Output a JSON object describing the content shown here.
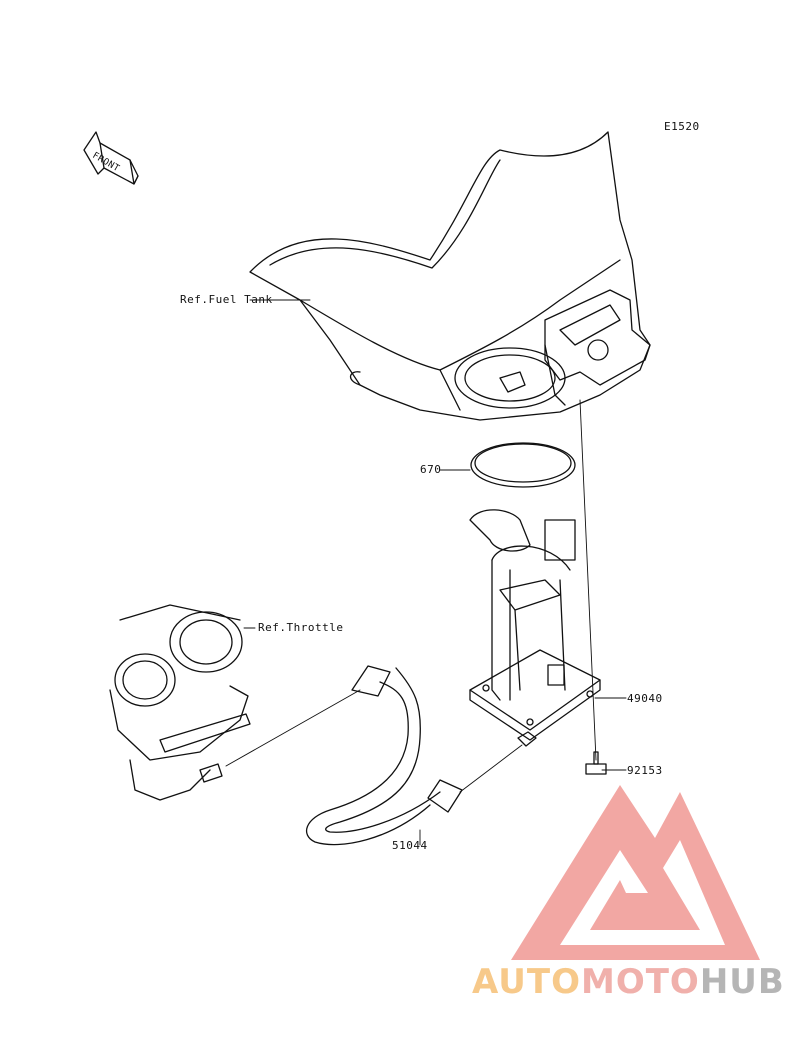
{
  "diagram": {
    "code": "E1520",
    "front_marker": "FRONT",
    "callouts": {
      "fuel_tank": "Ref.Fuel Tank",
      "gasket": "670",
      "throttle": "Ref.Throttle",
      "pump_assy": "49040",
      "bolt": "92153",
      "hose": "51044"
    }
  },
  "watermark": {
    "part1": "AUTO",
    "part2": "MOTO",
    "part3": "HUB",
    "colors": {
      "auto": "#f7c98a",
      "moto": "#f0b0ab",
      "hub": "#b5b5b5",
      "triangle": "#f2a7a3"
    }
  }
}
